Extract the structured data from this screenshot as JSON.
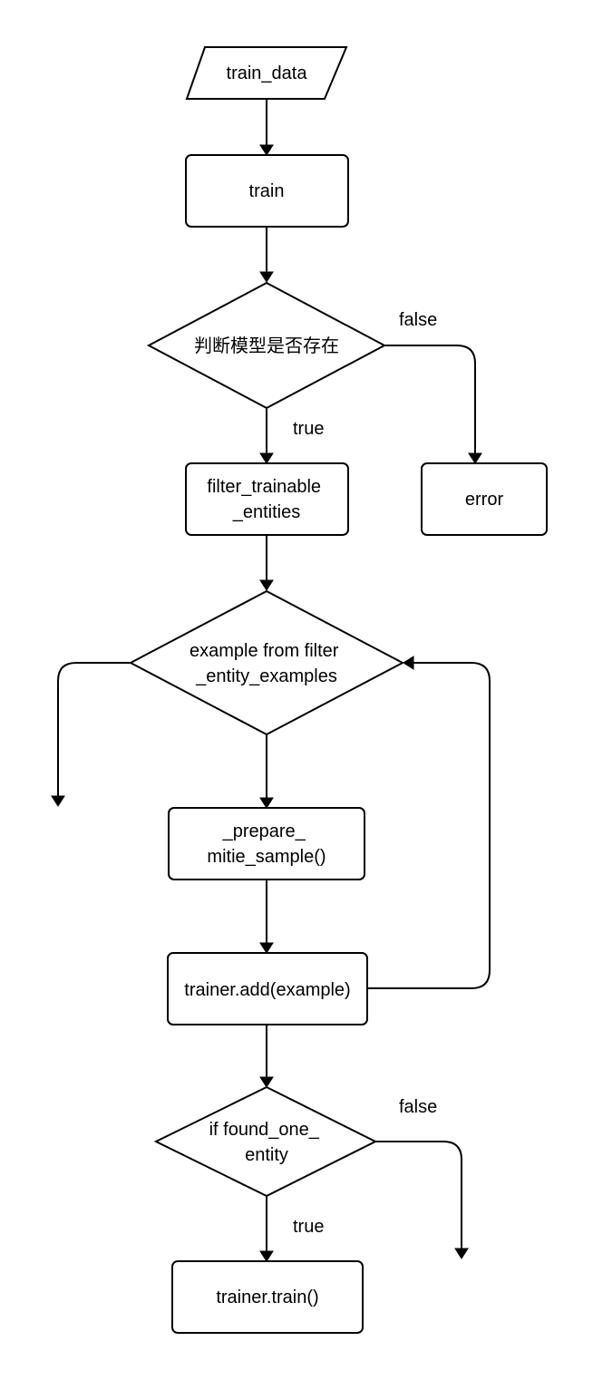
{
  "diagram": {
    "nodes": {
      "train_data": {
        "label_lines": [
          "train_data"
        ]
      },
      "train": {
        "label_lines": [
          "train"
        ]
      },
      "model_check": {
        "label_lines": [
          "判断模型是否存在"
        ]
      },
      "error": {
        "label_lines": [
          "error"
        ]
      },
      "filter_trainable_entities": {
        "label_lines": [
          "filter_trainable",
          "_entities"
        ]
      },
      "example_loop": {
        "label_lines": [
          "example from filter",
          "_entity_examples"
        ]
      },
      "prepare_sample": {
        "label_lines": [
          "_prepare_",
          "mitie_sample()"
        ]
      },
      "trainer_add": {
        "label_lines": [
          "trainer.add(example)"
        ]
      },
      "found_entity_check": {
        "label_lines": [
          "if found_one_",
          "entity"
        ]
      },
      "trainer_train": {
        "label_lines": [
          "trainer.train()"
        ]
      }
    },
    "edge_labels": {
      "model_false": "false",
      "model_true": "true",
      "found_false": "false",
      "found_true": "true"
    }
  }
}
